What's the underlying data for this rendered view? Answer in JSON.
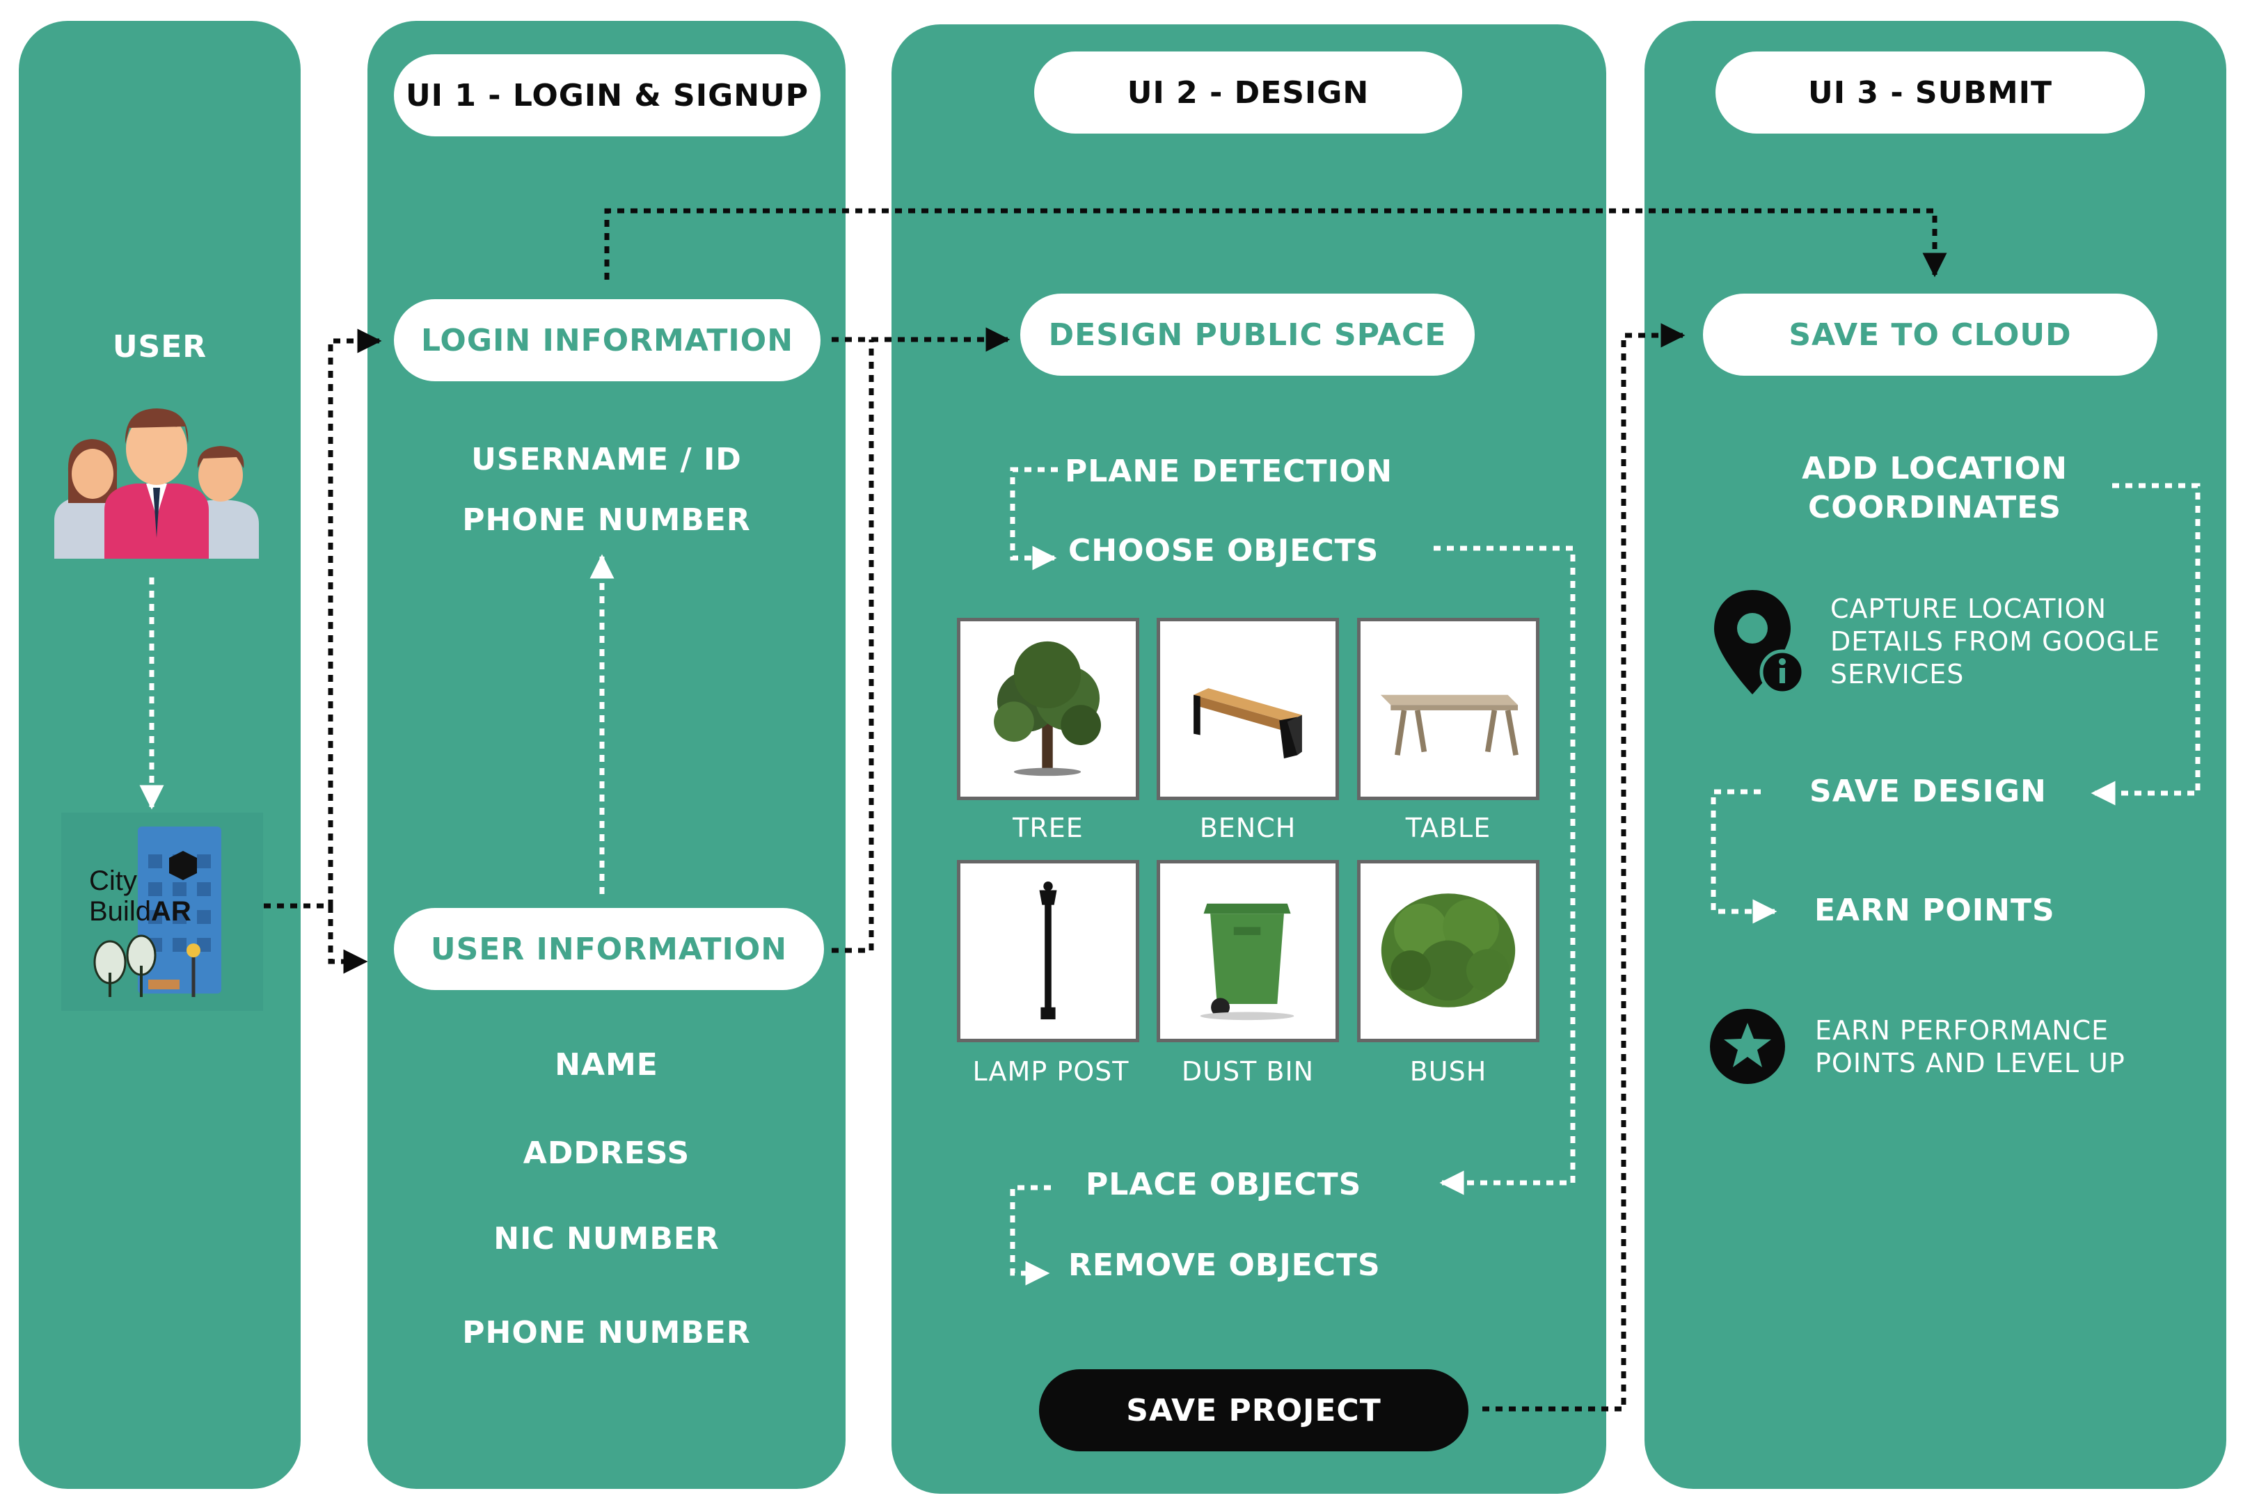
{
  "user": {
    "label": "USER"
  },
  "app_logo": {
    "line1": "City",
    "line2_prefix": "Build",
    "line2_suffix": "AR"
  },
  "ui1": {
    "header": "UI 1 - LOGIN & SIGNUP",
    "login": {
      "title": "LOGIN INFORMATION",
      "fields": [
        "USERNAME / ID",
        "PHONE NUMBER"
      ]
    },
    "user_info": {
      "title": "USER INFORMATION",
      "fields": [
        "NAME",
        "ADDRESS",
        "NIC NUMBER",
        "PHONE NUMBER"
      ]
    }
  },
  "ui2": {
    "header": "UI 2 - DESIGN",
    "title": "DESIGN PUBLIC SPACE",
    "steps": [
      "PLANE DETECTION",
      "CHOOSE OBJECTS",
      "PLACE OBJECTS",
      "REMOVE OBJECTS"
    ],
    "objects": [
      "TREE",
      "BENCH",
      "TABLE",
      "LAMP POST",
      "DUST BIN",
      "BUSH"
    ],
    "save_button": "SAVE PROJECT"
  },
  "ui3": {
    "header": "UI 3 - SUBMIT",
    "title": "SAVE TO CLOUD",
    "add_location": "ADD LOCATION\nCOORDINATES",
    "capture_note": "CAPTURE LOCATION\nDETAILS FROM GOOGLE\nSERVICES",
    "save_design": "SAVE DESIGN",
    "earn_points": "EARN POINTS",
    "earn_note": "EARN PERFORMANCE\nPOINTS AND LEVEL UP"
  },
  "colors": {
    "panel": "#43a58c",
    "dark": "#0b0b0b",
    "white": "#ffffff"
  },
  "icons": [
    "users-group-icon",
    "city-buildar-logo",
    "location-pin-info-icon",
    "star-badge-icon"
  ]
}
